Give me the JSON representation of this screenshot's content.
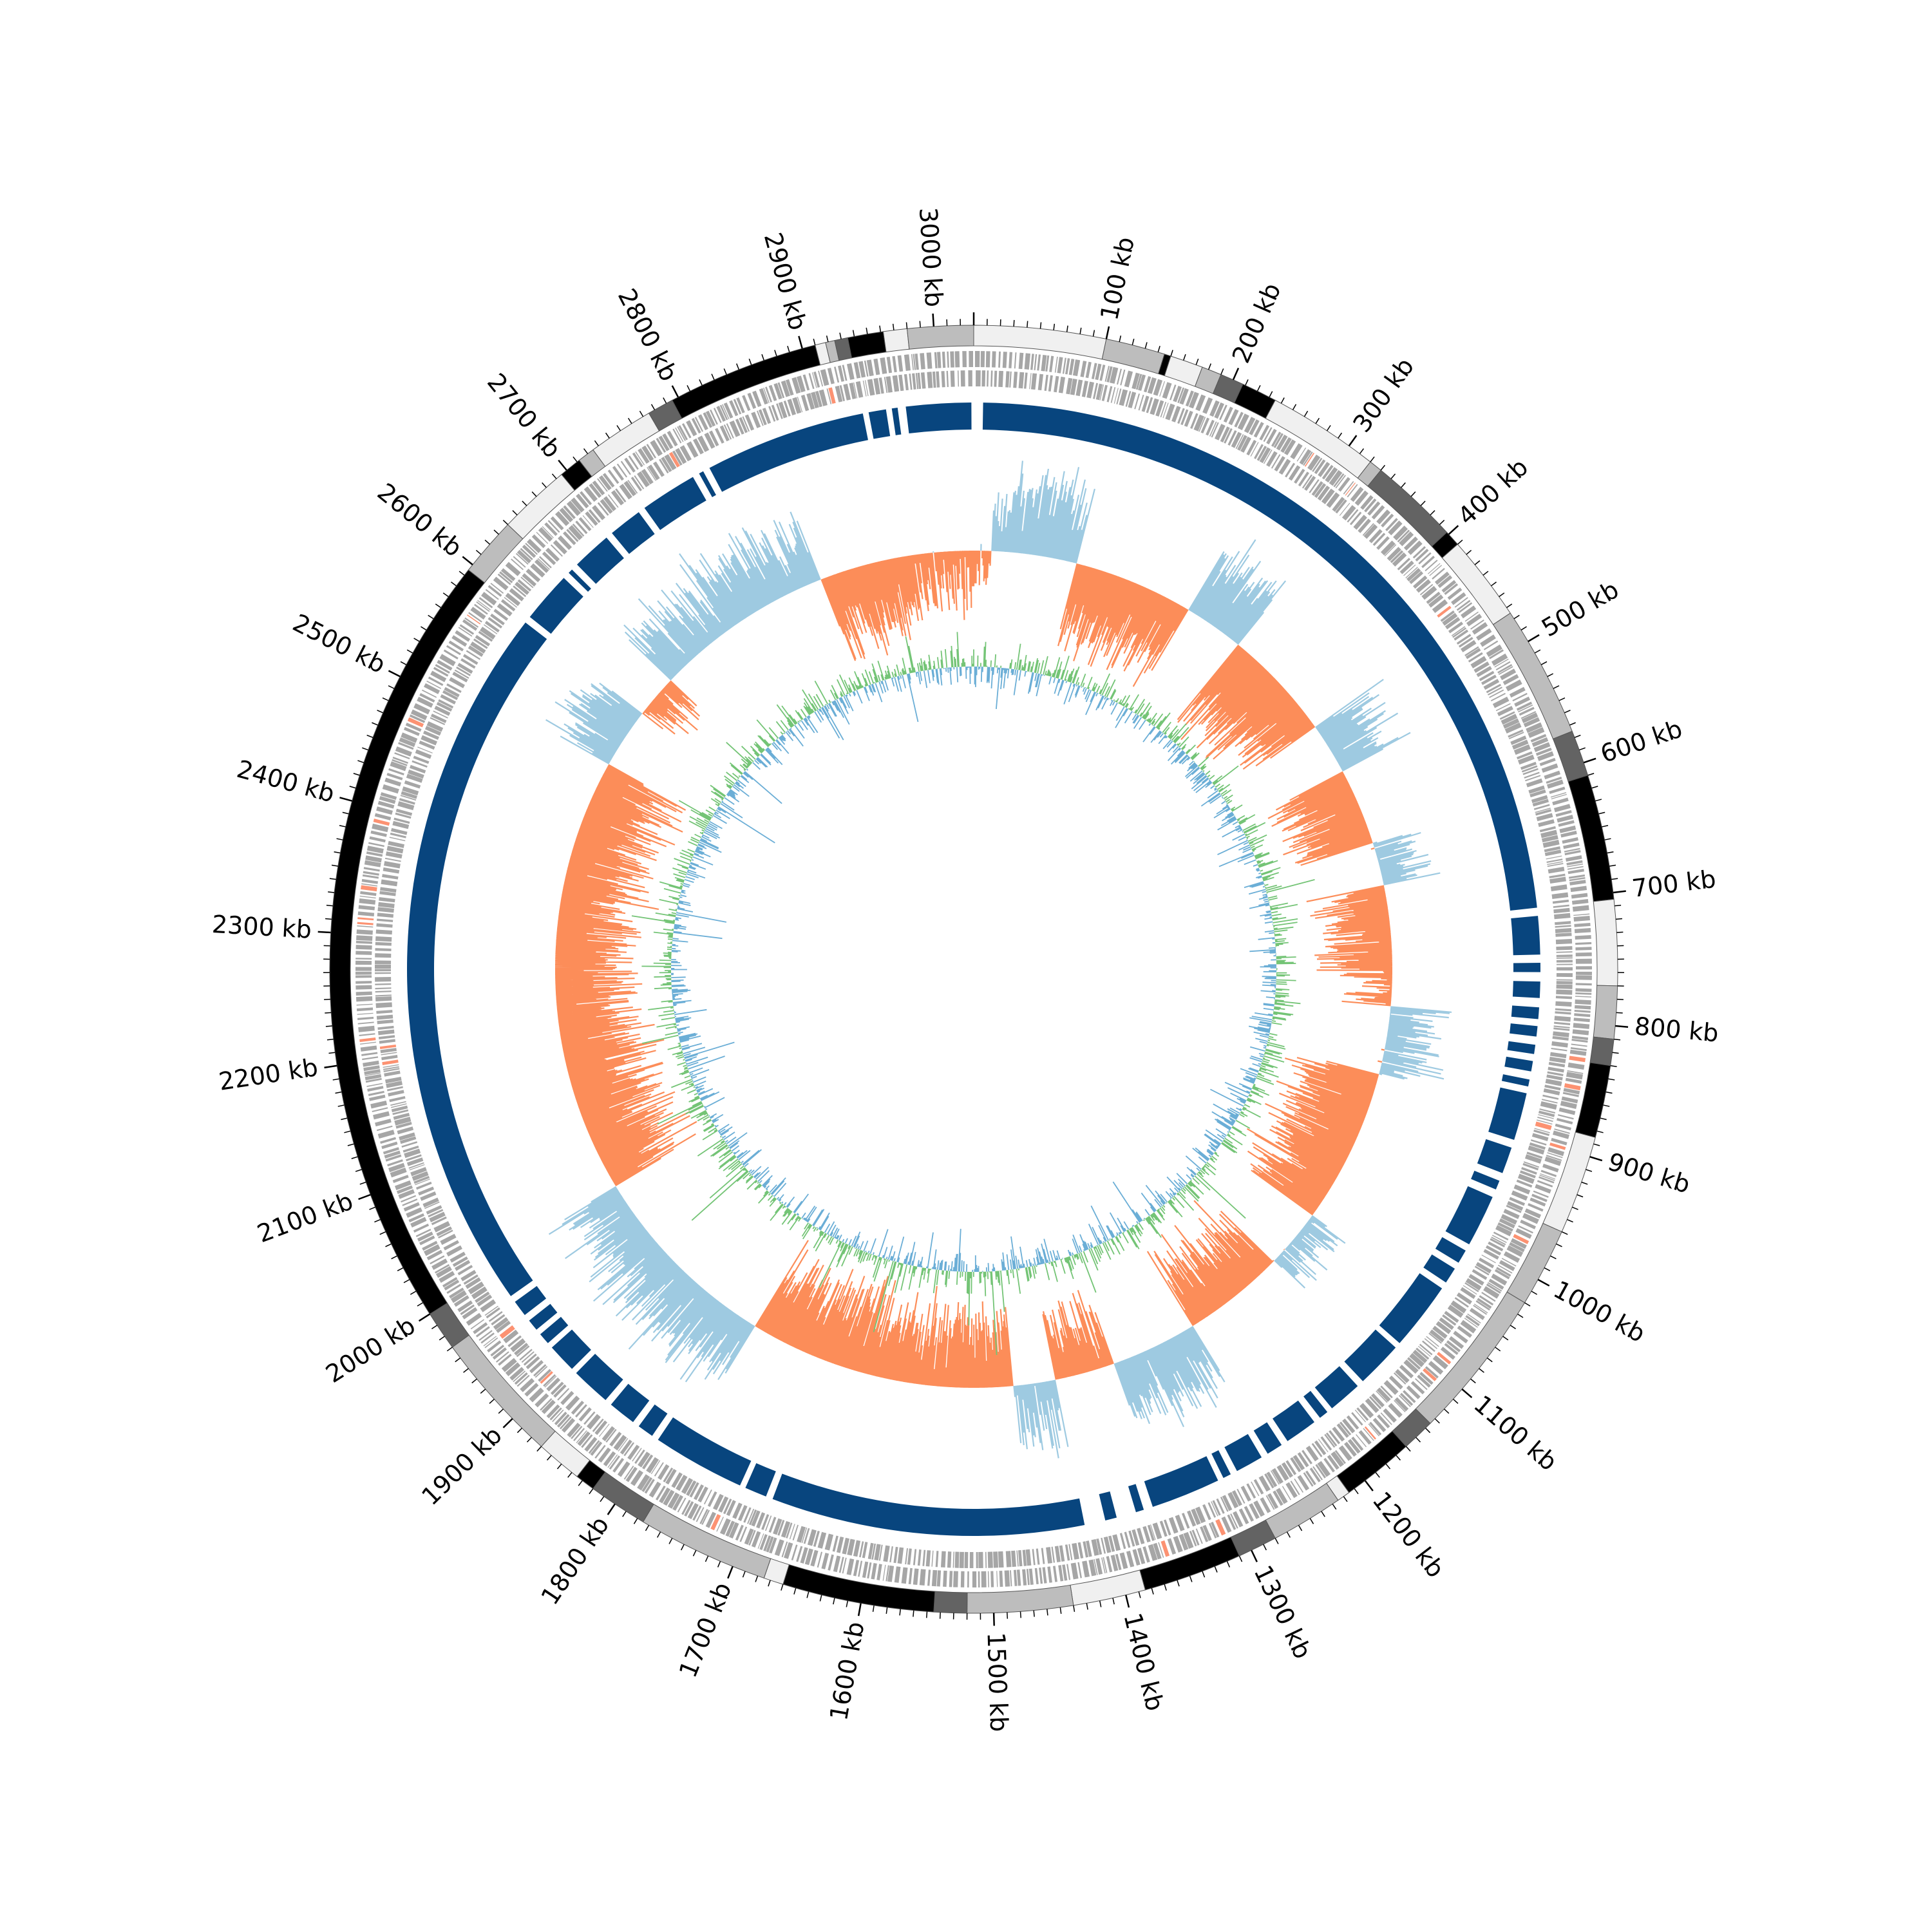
{
  "genome": {
    "length_kb": 3030,
    "scale_labels": [
      "100 kb",
      "200 kb",
      "300 kb",
      "400 kb",
      "500 kb",
      "600 kb",
      "700 kb",
      "800 kb",
      "900 kb",
      "1000 kb",
      "1100 kb",
      "1200 kb",
      "1300 kb",
      "1400 kb",
      "1500 kb",
      "1600 kb",
      "1700 kb",
      "1800 kb",
      "1900 kb",
      "2000 kb",
      "2100 kb",
      "2200 kb",
      "2300 kb",
      "2400 kb",
      "2500 kb",
      "2600 kb",
      "2700 kb",
      "2800 kb",
      "2900 kb",
      "3000 kb"
    ],
    "label_positions_kb": [
      100,
      200,
      300,
      400,
      500,
      600,
      700,
      800,
      900,
      1000,
      1100,
      1200,
      1300,
      1400,
      1500,
      1600,
      1700,
      1800,
      1900,
      2000,
      2100,
      2200,
      2300,
      2400,
      2500,
      2600,
      2700,
      2800,
      2900,
      3000
    ]
  },
  "colors": {
    "cytoband_shades": [
      "#f0f0f0",
      "#bdbdbd",
      "#636363",
      "#000000"
    ],
    "feature_gray": "#a6a6a6",
    "feature_highlight": "#fc9272",
    "contig_blue": "#08457e",
    "gc_above": "#9ecae1",
    "gc_below": "#fc8d59",
    "skew_positive": "#74c476",
    "skew_negative": "#6baed6"
  },
  "tracks": {
    "cytobands": [
      {
        "start": 0,
        "end": 100,
        "shade": 0
      },
      {
        "start": 100,
        "end": 145,
        "shade": 1
      },
      {
        "start": 145,
        "end": 150,
        "shade": 3
      },
      {
        "start": 150,
        "end": 175,
        "shade": 0
      },
      {
        "start": 175,
        "end": 190,
        "shade": 1
      },
      {
        "start": 190,
        "end": 208,
        "shade": 2
      },
      {
        "start": 208,
        "end": 235,
        "shade": 3
      },
      {
        "start": 235,
        "end": 320,
        "shade": 0
      },
      {
        "start": 320,
        "end": 330,
        "shade": 1
      },
      {
        "start": 330,
        "end": 398,
        "shade": 2
      },
      {
        "start": 398,
        "end": 410,
        "shade": 3
      },
      {
        "start": 410,
        "end": 475,
        "shade": 0
      },
      {
        "start": 475,
        "end": 575,
        "shade": 1
      },
      {
        "start": 575,
        "end": 610,
        "shade": 2
      },
      {
        "start": 610,
        "end": 705,
        "shade": 3
      },
      {
        "start": 705,
        "end": 770,
        "shade": 0
      },
      {
        "start": 770,
        "end": 810,
        "shade": 1
      },
      {
        "start": 810,
        "end": 830,
        "shade": 2
      },
      {
        "start": 830,
        "end": 885,
        "shade": 3
      },
      {
        "start": 885,
        "end": 960,
        "shade": 0
      },
      {
        "start": 960,
        "end": 1020,
        "shade": 1
      },
      {
        "start": 1020,
        "end": 1135,
        "shade": 1
      },
      {
        "start": 1135,
        "end": 1160,
        "shade": 2
      },
      {
        "start": 1160,
        "end": 1215,
        "shade": 3
      },
      {
        "start": 1215,
        "end": 1225,
        "shade": 0
      },
      {
        "start": 1225,
        "end": 1280,
        "shade": 1
      },
      {
        "start": 1280,
        "end": 1310,
        "shade": 2
      },
      {
        "start": 1310,
        "end": 1385,
        "shade": 3
      },
      {
        "start": 1385,
        "end": 1440,
        "shade": 0
      },
      {
        "start": 1440,
        "end": 1520,
        "shade": 1
      },
      {
        "start": 1520,
        "end": 1545,
        "shade": 2
      },
      {
        "start": 1545,
        "end": 1660,
        "shade": 3
      },
      {
        "start": 1660,
        "end": 1675,
        "shade": 0
      },
      {
        "start": 1675,
        "end": 1775,
        "shade": 1
      },
      {
        "start": 1775,
        "end": 1820,
        "shade": 2
      },
      {
        "start": 1820,
        "end": 1835,
        "shade": 3
      },
      {
        "start": 1835,
        "end": 1870,
        "shade": 0
      },
      {
        "start": 1870,
        "end": 1970,
        "shade": 1
      },
      {
        "start": 1970,
        "end": 2000,
        "shade": 2
      },
      {
        "start": 2000,
        "end": 2595,
        "shade": 3
      },
      {
        "start": 2595,
        "end": 2640,
        "shade": 1
      },
      {
        "start": 2640,
        "end": 2695,
        "shade": 0
      },
      {
        "start": 2695,
        "end": 2712,
        "shade": 3
      },
      {
        "start": 2712,
        "end": 2725,
        "shade": 1
      },
      {
        "start": 2725,
        "end": 2775,
        "shade": 0
      },
      {
        "start": 2775,
        "end": 2795,
        "shade": 2
      },
      {
        "start": 2795,
        "end": 2910,
        "shade": 3
      },
      {
        "start": 2910,
        "end": 2918,
        "shade": 0
      },
      {
        "start": 2918,
        "end": 2925,
        "shade": 1
      },
      {
        "start": 2925,
        "end": 2935,
        "shade": 2
      },
      {
        "start": 2935,
        "end": 2962,
        "shade": 3
      },
      {
        "start": 2962,
        "end": 2980,
        "shade": 0
      },
      {
        "start": 2980,
        "end": 3030,
        "shade": 1
      }
    ],
    "contigs": [
      {
        "start": 8,
        "end": 705
      },
      {
        "start": 712,
        "end": 745
      },
      {
        "start": 752,
        "end": 760
      },
      {
        "start": 768,
        "end": 782
      },
      {
        "start": 790,
        "end": 800
      },
      {
        "start": 806,
        "end": 815
      },
      {
        "start": 822,
        "end": 830
      },
      {
        "start": 836,
        "end": 845
      },
      {
        "start": 852,
        "end": 858
      },
      {
        "start": 864,
        "end": 905
      },
      {
        "start": 912,
        "end": 935
      },
      {
        "start": 942,
        "end": 950
      },
      {
        "start": 957,
        "end": 1002
      },
      {
        "start": 1008,
        "end": 1020
      },
      {
        "start": 1026,
        "end": 1040
      },
      {
        "start": 1046,
        "end": 1105
      },
      {
        "start": 1110,
        "end": 1150
      },
      {
        "start": 1156,
        "end": 1185
      },
      {
        "start": 1190,
        "end": 1198
      },
      {
        "start": 1204,
        "end": 1232
      },
      {
        "start": 1238,
        "end": 1252
      },
      {
        "start": 1258,
        "end": 1282
      },
      {
        "start": 1288,
        "end": 1295
      },
      {
        "start": 1300,
        "end": 1360
      },
      {
        "start": 1368,
        "end": 1375
      },
      {
        "start": 1392,
        "end": 1402
      },
      {
        "start": 1420,
        "end": 1690
      },
      {
        "start": 1696,
        "end": 1715
      },
      {
        "start": 1720,
        "end": 1800
      },
      {
        "start": 1806,
        "end": 1820
      },
      {
        "start": 1826,
        "end": 1850
      },
      {
        "start": 1856,
        "end": 1890
      },
      {
        "start": 1895,
        "end": 1920
      },
      {
        "start": 1925,
        "end": 1935
      },
      {
        "start": 1940,
        "end": 1950
      },
      {
        "start": 1956,
        "end": 1970
      },
      {
        "start": 1976,
        "end": 2590
      },
      {
        "start": 2596,
        "end": 2640
      },
      {
        "start": 2646,
        "end": 2650
      },
      {
        "start": 2656,
        "end": 2690
      },
      {
        "start": 2696,
        "end": 2725
      },
      {
        "start": 2731,
        "end": 2780
      },
      {
        "start": 2786,
        "end": 2790
      },
      {
        "start": 2796,
        "end": 2935
      },
      {
        "start": 2940,
        "end": 2955
      },
      {
        "start": 2960,
        "end": 2965
      },
      {
        "start": 2972,
        "end": 3028
      }
    ],
    "gc_content": {
      "baseline": 0.5,
      "segments": [
        {
          "start": 0,
          "end": 20,
          "mean": 0.44
        },
        {
          "start": 20,
          "end": 40,
          "mean": 0.62
        },
        {
          "start": 40,
          "end": 120,
          "mean": 0.66
        },
        {
          "start": 120,
          "end": 260,
          "mean": 0.34
        },
        {
          "start": 260,
          "end": 330,
          "mean": 0.64
        },
        {
          "start": 330,
          "end": 420,
          "mean": 0.32
        },
        {
          "start": 420,
          "end": 460,
          "mean": 0.36
        },
        {
          "start": 460,
          "end": 520,
          "mean": 0.62
        },
        {
          "start": 520,
          "end": 610,
          "mean": 0.34
        },
        {
          "start": 610,
          "end": 660,
          "mean": 0.58
        },
        {
          "start": 660,
          "end": 760,
          "mean": 0.38
        },
        {
          "start": 760,
          "end": 800,
          "mean": 0.44
        },
        {
          "start": 800,
          "end": 880,
          "mean": 0.58
        },
        {
          "start": 880,
          "end": 1060,
          "mean": 0.34
        },
        {
          "start": 1060,
          "end": 1130,
          "mean": 0.56
        },
        {
          "start": 1130,
          "end": 1250,
          "mean": 0.36
        },
        {
          "start": 1250,
          "end": 1350,
          "mean": 0.62
        },
        {
          "start": 1350,
          "end": 1420,
          "mean": 0.38
        },
        {
          "start": 1420,
          "end": 1470,
          "mean": 0.6
        },
        {
          "start": 1470,
          "end": 1640,
          "mean": 0.36
        },
        {
          "start": 1640,
          "end": 1780,
          "mean": 0.34
        },
        {
          "start": 1780,
          "end": 1900,
          "mean": 0.63
        },
        {
          "start": 1900,
          "end": 2010,
          "mean": 0.62
        },
        {
          "start": 2010,
          "end": 2200,
          "mean": 0.34
        },
        {
          "start": 2200,
          "end": 2520,
          "mean": 0.35
        },
        {
          "start": 2520,
          "end": 2590,
          "mean": 0.62
        },
        {
          "start": 2590,
          "end": 2640,
          "mean": 0.44
        },
        {
          "start": 2640,
          "end": 2720,
          "mean": 0.62
        },
        {
          "start": 2720,
          "end": 2850,
          "mean": 0.63
        },
        {
          "start": 2850,
          "end": 2960,
          "mean": 0.36
        },
        {
          "start": 2960,
          "end": 3030,
          "mean": 0.42
        }
      ]
    },
    "gc_skew": {
      "baseline": 0
    }
  }
}
